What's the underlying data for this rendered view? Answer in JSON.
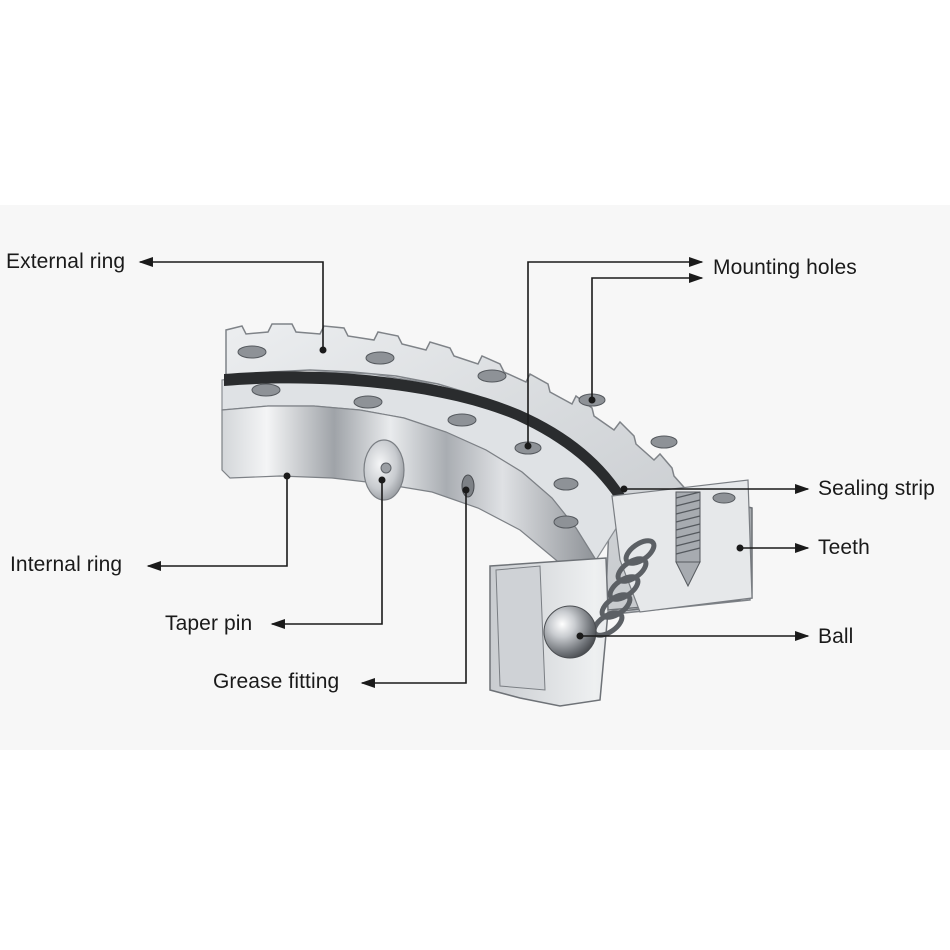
{
  "labels": {
    "external_ring": "External ring",
    "mounting_holes": "Mounting holes",
    "sealing_strip": "Sealing strip",
    "teeth": "Teeth",
    "ball": "Ball",
    "internal_ring": "Internal ring",
    "taper_pin": "Taper pin",
    "grease_fitting": "Grease fitting"
  },
  "colors": {
    "background": "#ffffff",
    "panel": "#f7f7f7",
    "leader_line": "#1a1a1a",
    "metal_light": "#e4e6e8",
    "metal_mid": "#b9bcc0",
    "metal_dark": "#6e7277",
    "seal": "#2a2c2e"
  }
}
